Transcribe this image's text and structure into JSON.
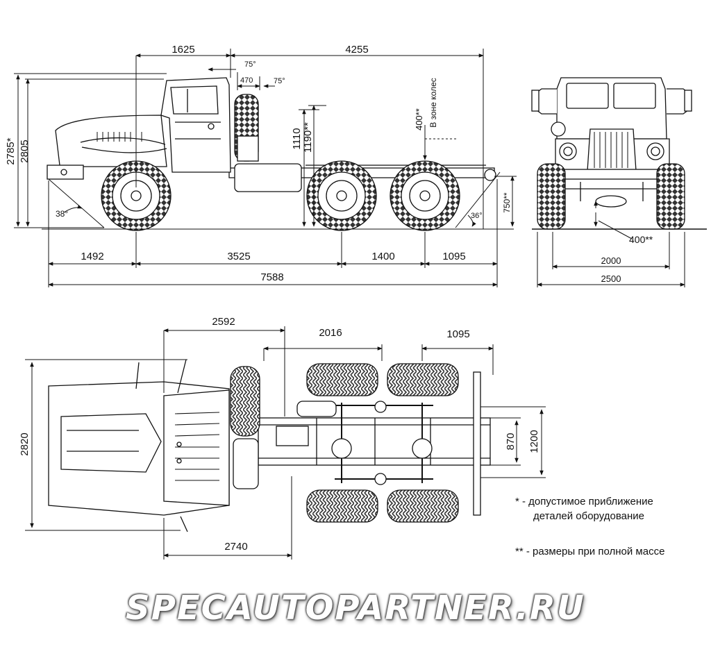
{
  "side_view": {
    "dims_top": [
      "1625",
      "4255"
    ],
    "dims_small": [
      "75°",
      "470",
      "75°"
    ],
    "dims_left": [
      "2785*",
      "2805"
    ],
    "dims_center": [
      "1110",
      "1190**"
    ],
    "dim_wheel_zone": "400**",
    "label_wheel_zone": "В зоне колес",
    "angle_front": "38°",
    "angle_rear": "36°",
    "dim_rear_height": "750**",
    "dims_bottom": [
      "1492",
      "3525",
      "1400",
      "1095"
    ],
    "dim_total": "7588"
  },
  "front_view": {
    "dim_clearance": "400**",
    "dim_track": "2000",
    "dim_width": "2500"
  },
  "top_view": {
    "dims_top": [
      "2592",
      "2016",
      "1095"
    ],
    "dim_width": "2820",
    "dims_right": [
      "870",
      "1200"
    ],
    "dim_bottom": "2740"
  },
  "legend": {
    "note1_line1": "* - допустимое приближение",
    "note1_line2": "деталей  оборудование",
    "note2": "** - размеры при полной массе"
  },
  "watermark": "SPECAUTOPARTNER.RU"
}
